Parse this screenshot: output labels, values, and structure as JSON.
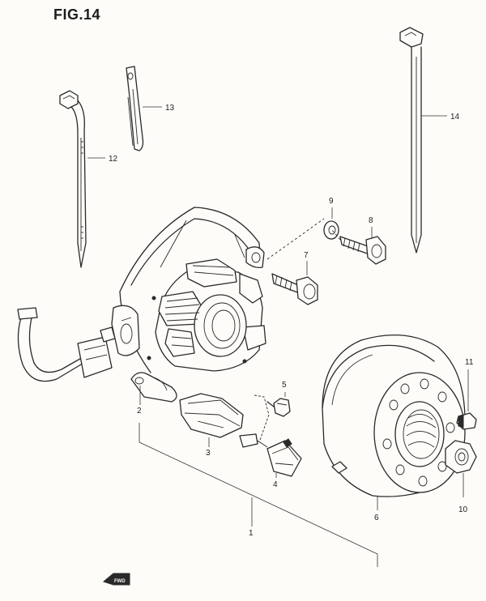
{
  "figure": {
    "title": "FIG.14"
  },
  "callouts": {
    "p1": "1",
    "p2": "2",
    "p3": "3",
    "p4": "4",
    "p5": "5",
    "p6": "6",
    "p7": "7",
    "p8": "8",
    "p9": "9",
    "p10": "10",
    "p11": "11",
    "p12": "12",
    "p13": "13",
    "p14": "14"
  },
  "direction_marker": {
    "label": "FWD"
  }
}
